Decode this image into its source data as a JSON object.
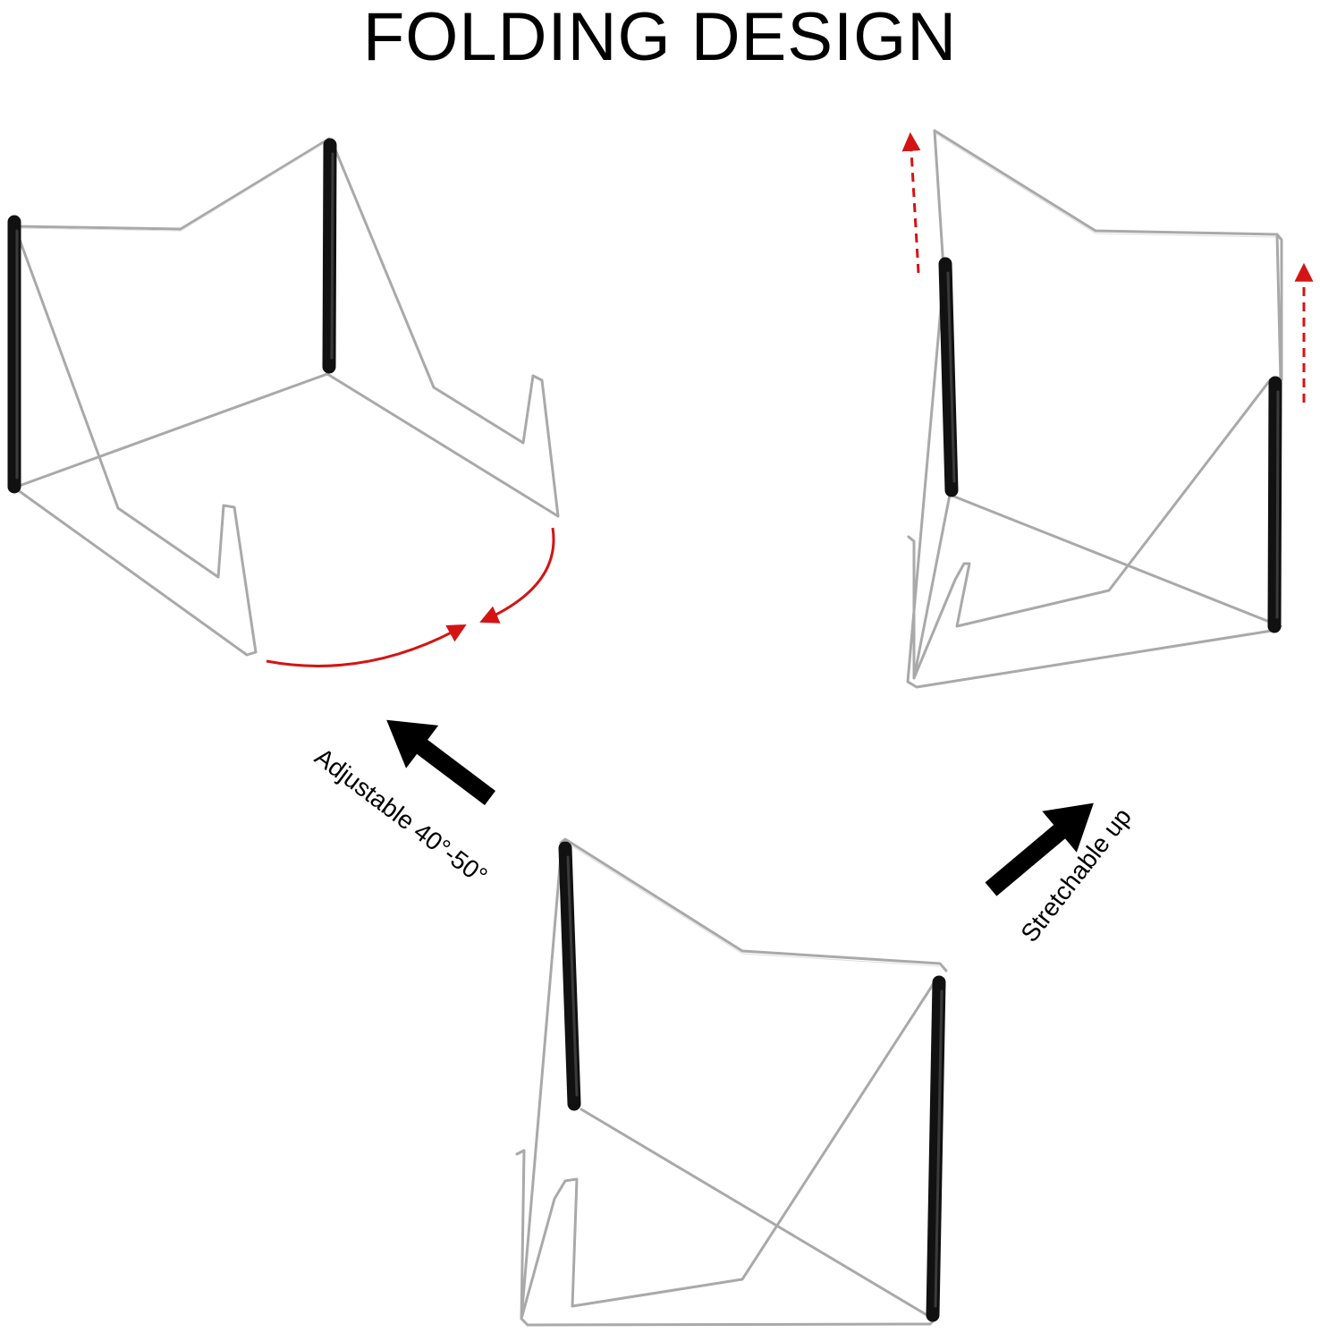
{
  "title": "FOLDING DESIGN",
  "labels": {
    "adjustable": "Adjustable 40°-50°",
    "stretchable": "Stretchable up"
  },
  "icons": {
    "left_arrow": "thick-arrow-up-left-icon",
    "right_arrow": "thick-arrow-up-right-icon",
    "curved_arrow": "red-curved-double-arrow-icon",
    "dashed_arrows": "red-dashed-up-arrow-icon"
  },
  "colors": {
    "background": "#ffffff",
    "text": "#000000",
    "wire": "#a9a9a9",
    "grip": "#111111",
    "accent_red": "#d41414"
  }
}
